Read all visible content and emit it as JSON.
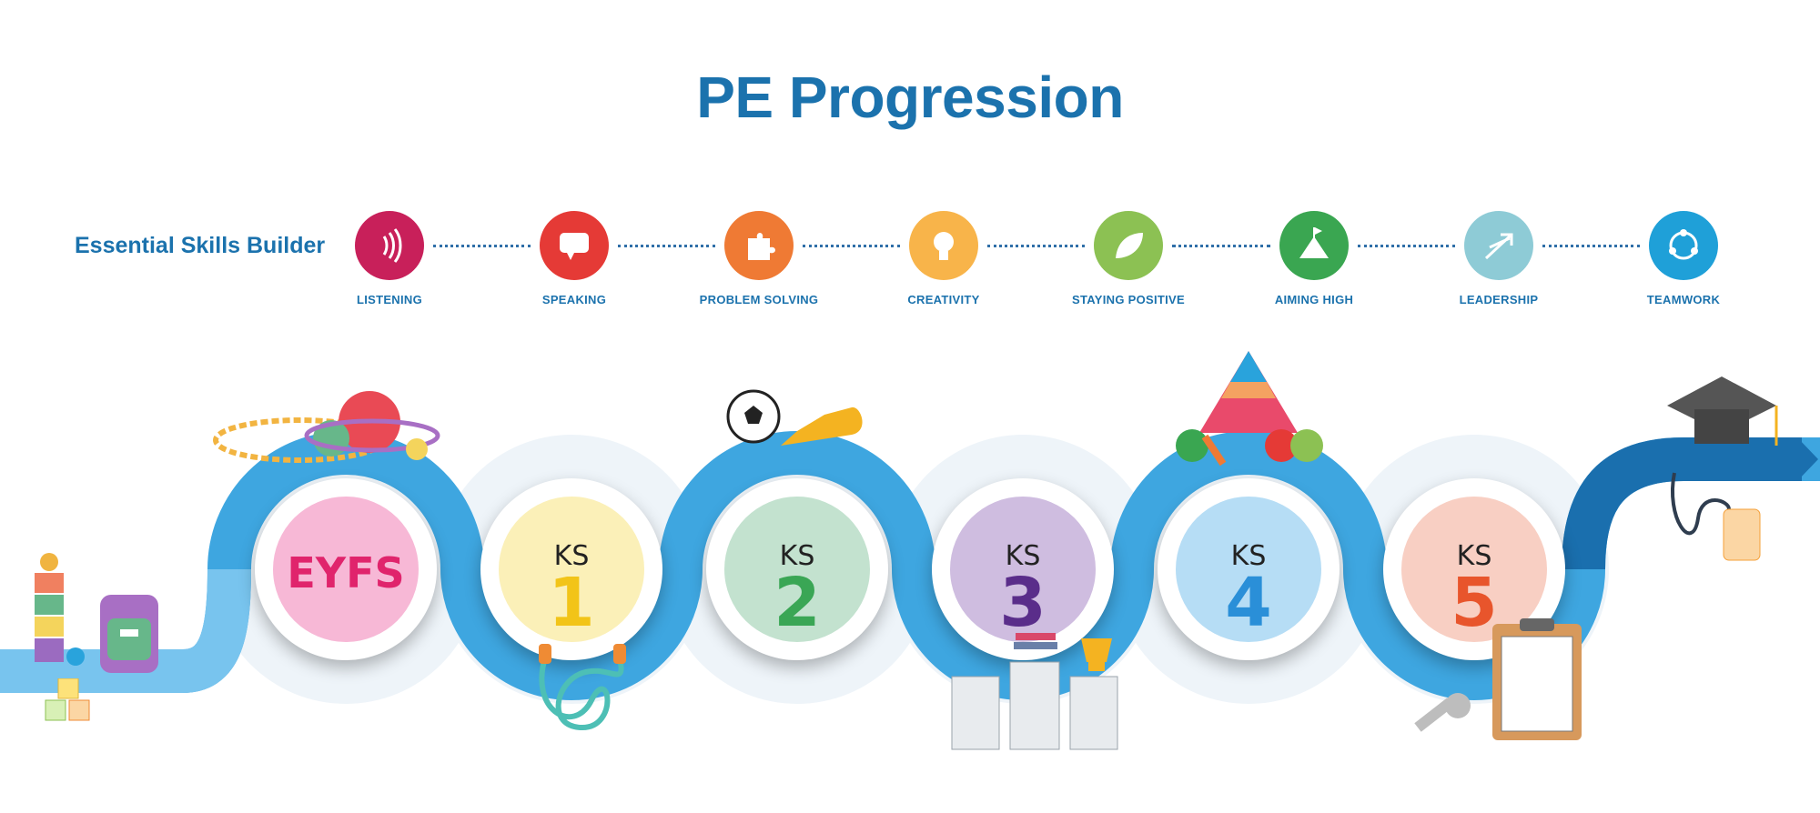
{
  "title": "PE Progression",
  "skills_heading": "Essential Skills Builder",
  "skills": [
    {
      "label": "LISTENING",
      "color": "#c8205a",
      "icon": "sound-waves-icon"
    },
    {
      "label": "SPEAKING",
      "color": "#e53a36",
      "icon": "speech-bubble-icon"
    },
    {
      "label": "PROBLEM SOLVING",
      "color": "#ef7a34",
      "icon": "puzzle-piece-icon"
    },
    {
      "label": "CREATIVITY",
      "color": "#f8b44a",
      "icon": "light-bulb-icon"
    },
    {
      "label": "STAYING POSITIVE",
      "color": "#8cc153",
      "icon": "leaf-icon"
    },
    {
      "label": "AIMING HIGH",
      "color": "#3aa651",
      "icon": "mountain-flag-icon"
    },
    {
      "label": "LEADERSHIP",
      "color": "#8ecbd6",
      "icon": "arrows-icon"
    },
    {
      "label": "TEAMWORK",
      "color": "#1fa0d8",
      "icon": "team-circle-icon"
    }
  ],
  "stages": [
    {
      "ks": "",
      "number": "",
      "label": "EYFS",
      "text_color": "#e0246c",
      "fill": "#f7b8d6"
    },
    {
      "ks": "KS",
      "number": "1",
      "label": "",
      "text_color": "#f2c418",
      "fill": "#fbf0b8"
    },
    {
      "ks": "KS",
      "number": "2",
      "label": "",
      "text_color": "#3aa655",
      "fill": "#c3e2cf"
    },
    {
      "ks": "KS",
      "number": "3",
      "label": "",
      "text_color": "#5a2d8a",
      "fill": "#cfbde0"
    },
    {
      "ks": "KS",
      "number": "4",
      "label": "",
      "text_color": "#2a8fd8",
      "fill": "#b6ddf5"
    },
    {
      "ks": "KS",
      "number": "5",
      "label": "",
      "text_color": "#e8552c",
      "fill": "#f8cfc3"
    }
  ],
  "decorations": [
    "stacking-toy-icon",
    "backpack-icon",
    "abc-blocks-icon",
    "hula-hoop-ball-icon",
    "jump-rope-icon",
    "football-boot-icon",
    "podium-trophy-icon",
    "food-pyramid-icon",
    "clipboard-whistle-icon",
    "graduation-cap-lanyard-icon"
  ]
}
